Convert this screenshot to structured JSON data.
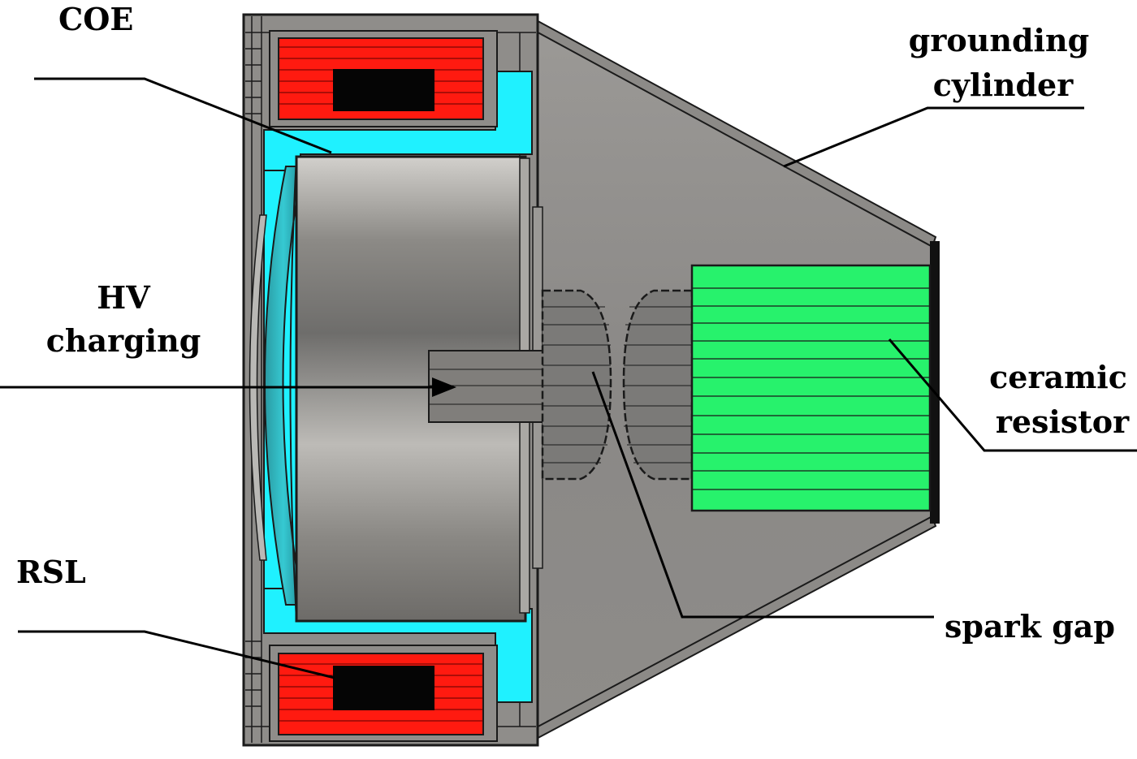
{
  "labels": {
    "coe": "COE",
    "hv_line1": "HV",
    "hv_line2": "charging",
    "rsl": "RSL",
    "grounding_line1": "grounding",
    "grounding_line2": "cylinder",
    "ceramic_line1": "ceramic",
    "ceramic_line2": "resistor",
    "spark_gap": "spark gap"
  },
  "colors": {
    "housing_gray": "#8f8d8a",
    "cone_gray": "#8a8886",
    "rsl_red": "#ff1a10",
    "rsl_core": "#050505",
    "insulator_cyan": "#1ff1ff",
    "dish_teal": "#2bb5be",
    "resistor_green": "#27f26c",
    "outline": "#1a1a1a"
  }
}
